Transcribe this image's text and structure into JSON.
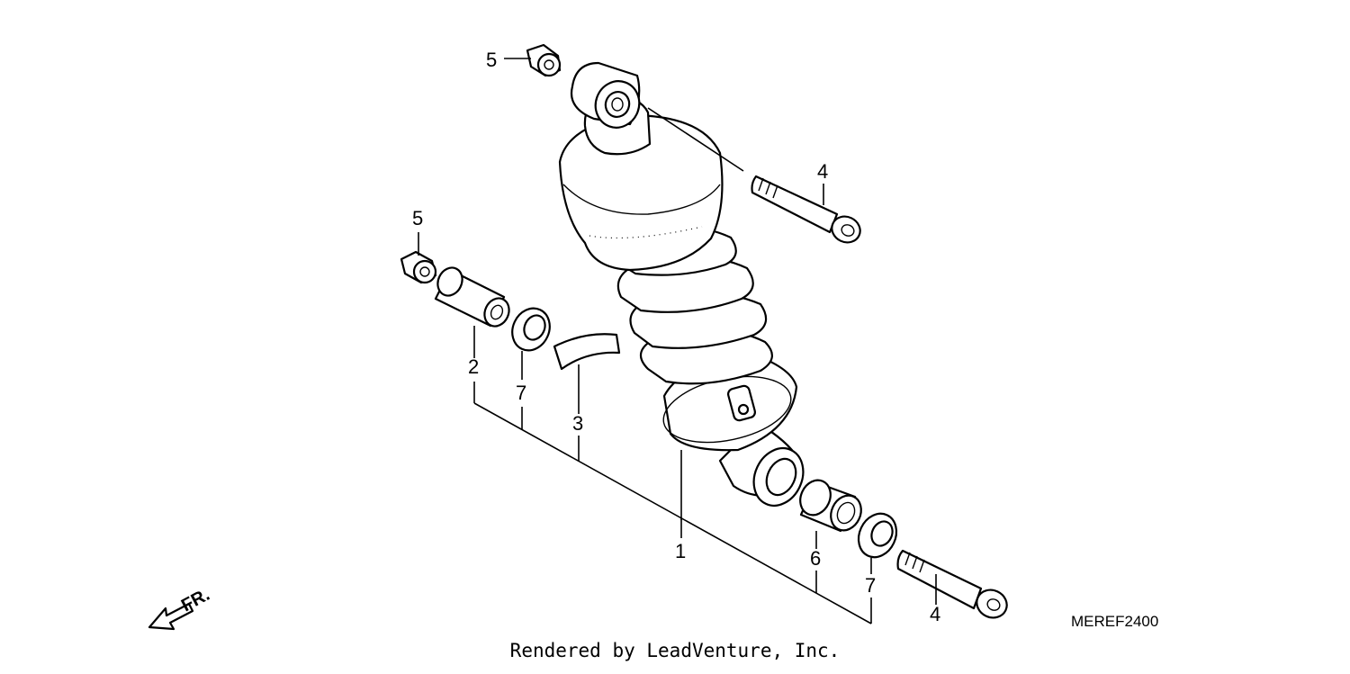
{
  "callouts": {
    "part_1": "1",
    "part_2": "2",
    "part_3": "3",
    "part_4_upper": "4",
    "part_4_lower": "4",
    "part_5_upper": "5",
    "part_5_lower": "5",
    "part_6": "6",
    "part_7_left": "7",
    "part_7_right": "7"
  },
  "diagram_code": "MEREF2400",
  "direction_label": "FR.",
  "credit": "Rendered by LeadVenture, Inc."
}
